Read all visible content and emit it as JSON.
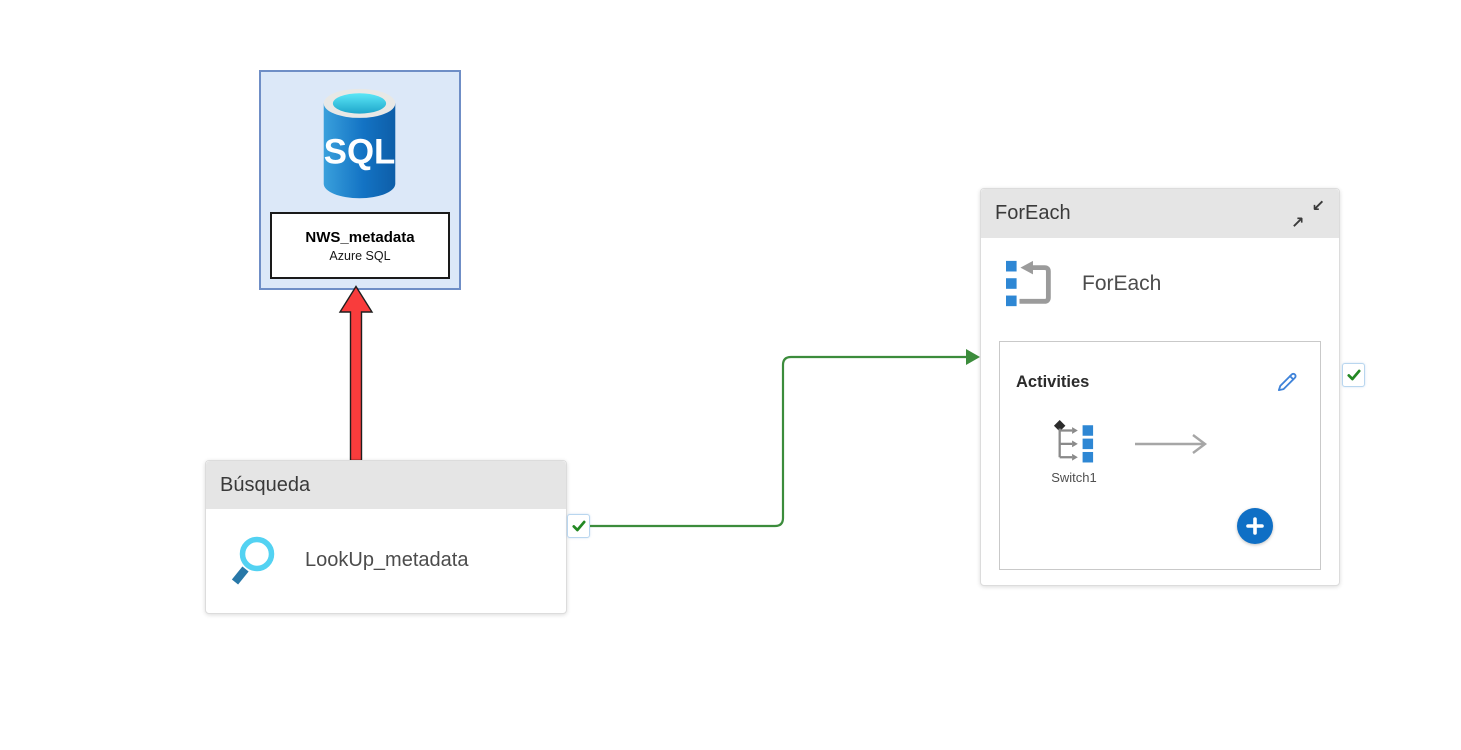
{
  "pipeline": {
    "dataset": {
      "name": "NWS_metadata",
      "type": "Azure SQL",
      "icon": "sql-database-icon"
    },
    "lookup": {
      "type_label": "Búsqueda",
      "name": "LookUp_metadata",
      "icon": "magnifier-icon",
      "status_icon": "green-check-icon"
    },
    "foreach": {
      "type_label": "ForEach",
      "name": "ForEach",
      "activities_label": "Activities",
      "inner_activity_name": "Switch1",
      "icons": {
        "header": "collapse-icon",
        "type": "foreach-loop-icon",
        "edit": "pencil-icon",
        "inner_activity": "switch-icon",
        "add": "plus-icon"
      },
      "status_icon": "green-check-icon"
    },
    "connectors": {
      "lookup_to_foreach": "success (green)",
      "lookup_to_dataset": "reference (red arrow)"
    }
  },
  "glyphs": {
    "sql_text": "SQL",
    "arrow_down_left": "↙",
    "arrow_up_right": "↗"
  },
  "colors": {
    "connector_green": "#3C8C3C",
    "check_green": "#238823",
    "arrow_red": "#F93C3C",
    "accent_blue": "#0F6FC5",
    "icon_blue": "#2E87D4",
    "icon_gray": "#9B9B9B",
    "dataset_fill": "#DCE8F8",
    "dataset_border": "#6F8EC6",
    "header_gray": "#E5E5E5"
  }
}
